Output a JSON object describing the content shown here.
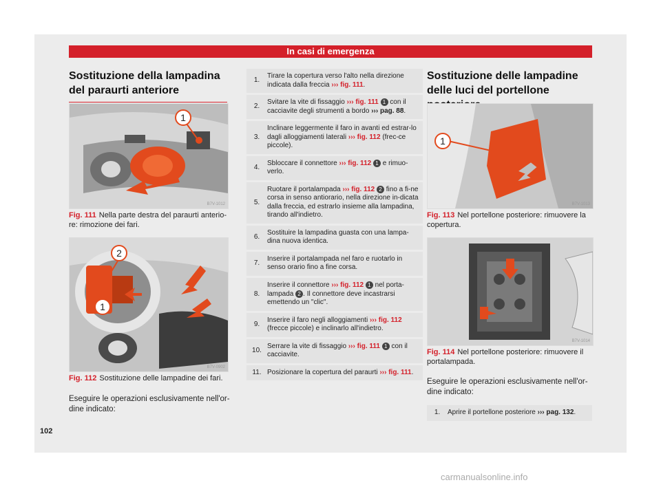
{
  "header": "In casi di emergenza",
  "col1": {
    "title": "Sostituzione della lampadina del paraurti anteriore",
    "fig111": {
      "code": "B7V-1012",
      "num": "Fig. 111",
      "caption": "Nella parte destra del paraurti anterio-re: rimozione dei fari.",
      "callout1": "1"
    },
    "fig112": {
      "code": "B7V-0902",
      "num": "Fig. 112",
      "caption": "Sostituzione delle lampadine dei fari.",
      "callout1": "1",
      "callout2": "2"
    },
    "intro": "Eseguire le operazioni esclusivamente nell'or-dine indicato:"
  },
  "steps": [
    {
      "n": "1.",
      "parts": [
        "Tirare la copertura verso l'alto nella direzione indicata dalla freccia ",
        {
          "red": "››› fig. 111"
        },
        "."
      ]
    },
    {
      "n": "2.",
      "parts": [
        "Svitare la vite di fissaggio ",
        {
          "red": "››› fig. 111"
        },
        " ",
        {
          "c": "1"
        },
        " con il cacciavite degli strumenti a bordo ",
        {
          "bold": "››› pag. 88"
        },
        "."
      ]
    },
    {
      "n": "3.",
      "parts": [
        "Inclinare leggermente il faro in avanti ed estrar-lo dagli alloggiamenti laterali ",
        {
          "red": "››› fig. 112"
        },
        " (frec-ce piccole)."
      ]
    },
    {
      "n": "4.",
      "parts": [
        "Sbloccare il connettore ",
        {
          "red": "››› fig. 112"
        },
        " ",
        {
          "c": "1"
        },
        " e rimuo-verlo."
      ]
    },
    {
      "n": "5.",
      "parts": [
        "Ruotare il portalampada ",
        {
          "red": "››› fig. 112"
        },
        " ",
        {
          "c": "2"
        },
        " fino a fi-ne corsa in senso antiorario, nella direzione in-dicata dalla freccia, ed estrarlo insieme alla lampadina, tirando all'indietro."
      ]
    },
    {
      "n": "6.",
      "parts": [
        "Sostituire la lampadina guasta con una lampa-dina nuova identica."
      ]
    },
    {
      "n": "7.",
      "parts": [
        "Inserire il portalampada nel faro e ruotarlo in senso orario fino a fine corsa."
      ]
    },
    {
      "n": "8.",
      "parts": [
        "Inserire il connettore ",
        {
          "red": "››› fig. 112"
        },
        " ",
        {
          "c": "1"
        },
        " nel porta-lampada ",
        {
          "c": "2"
        },
        ". Il connettore deve incastrarsi emettendo un \"clic\"."
      ]
    },
    {
      "n": "9.",
      "parts": [
        "Inserire il faro negli alloggiamenti ",
        {
          "red": "››› fig. 112"
        },
        " (frecce piccole) e inclinarlo all'indietro."
      ]
    },
    {
      "n": "10.",
      "parts": [
        "Serrare la vite di fissaggio ",
        {
          "red": "››› fig. 111"
        },
        " ",
        {
          "c": "1"
        },
        " con il cacciavite."
      ]
    },
    {
      "n": "11.",
      "parts": [
        "Posizionare la copertura del paraurti ",
        {
          "red": "››› fig. 111"
        },
        "."
      ]
    }
  ],
  "col3": {
    "title": "Sostituzione delle lampadine delle luci del portellone posteriore",
    "fig113": {
      "code": "B7V-1013",
      "num": "Fig. 113",
      "caption": "Nel portellone posteriore: rimuovere la copertura.",
      "callout1": "1"
    },
    "fig114": {
      "code": "B7V-1014",
      "num": "Fig. 114",
      "caption": "Nel portellone posteriore: rimuovere il portalampada."
    },
    "intro": "Eseguire le operazioni esclusivamente nell'or-dine indicato:",
    "step1": {
      "n": "1.",
      "text": "Aprire il portellone posteriore ",
      "ref": "››› pag. 132",
      "end": "."
    }
  },
  "page_number": "102",
  "watermark": "carmanualsonline.info",
  "colors": {
    "accent": "#d4202a",
    "background": "#ececec"
  }
}
